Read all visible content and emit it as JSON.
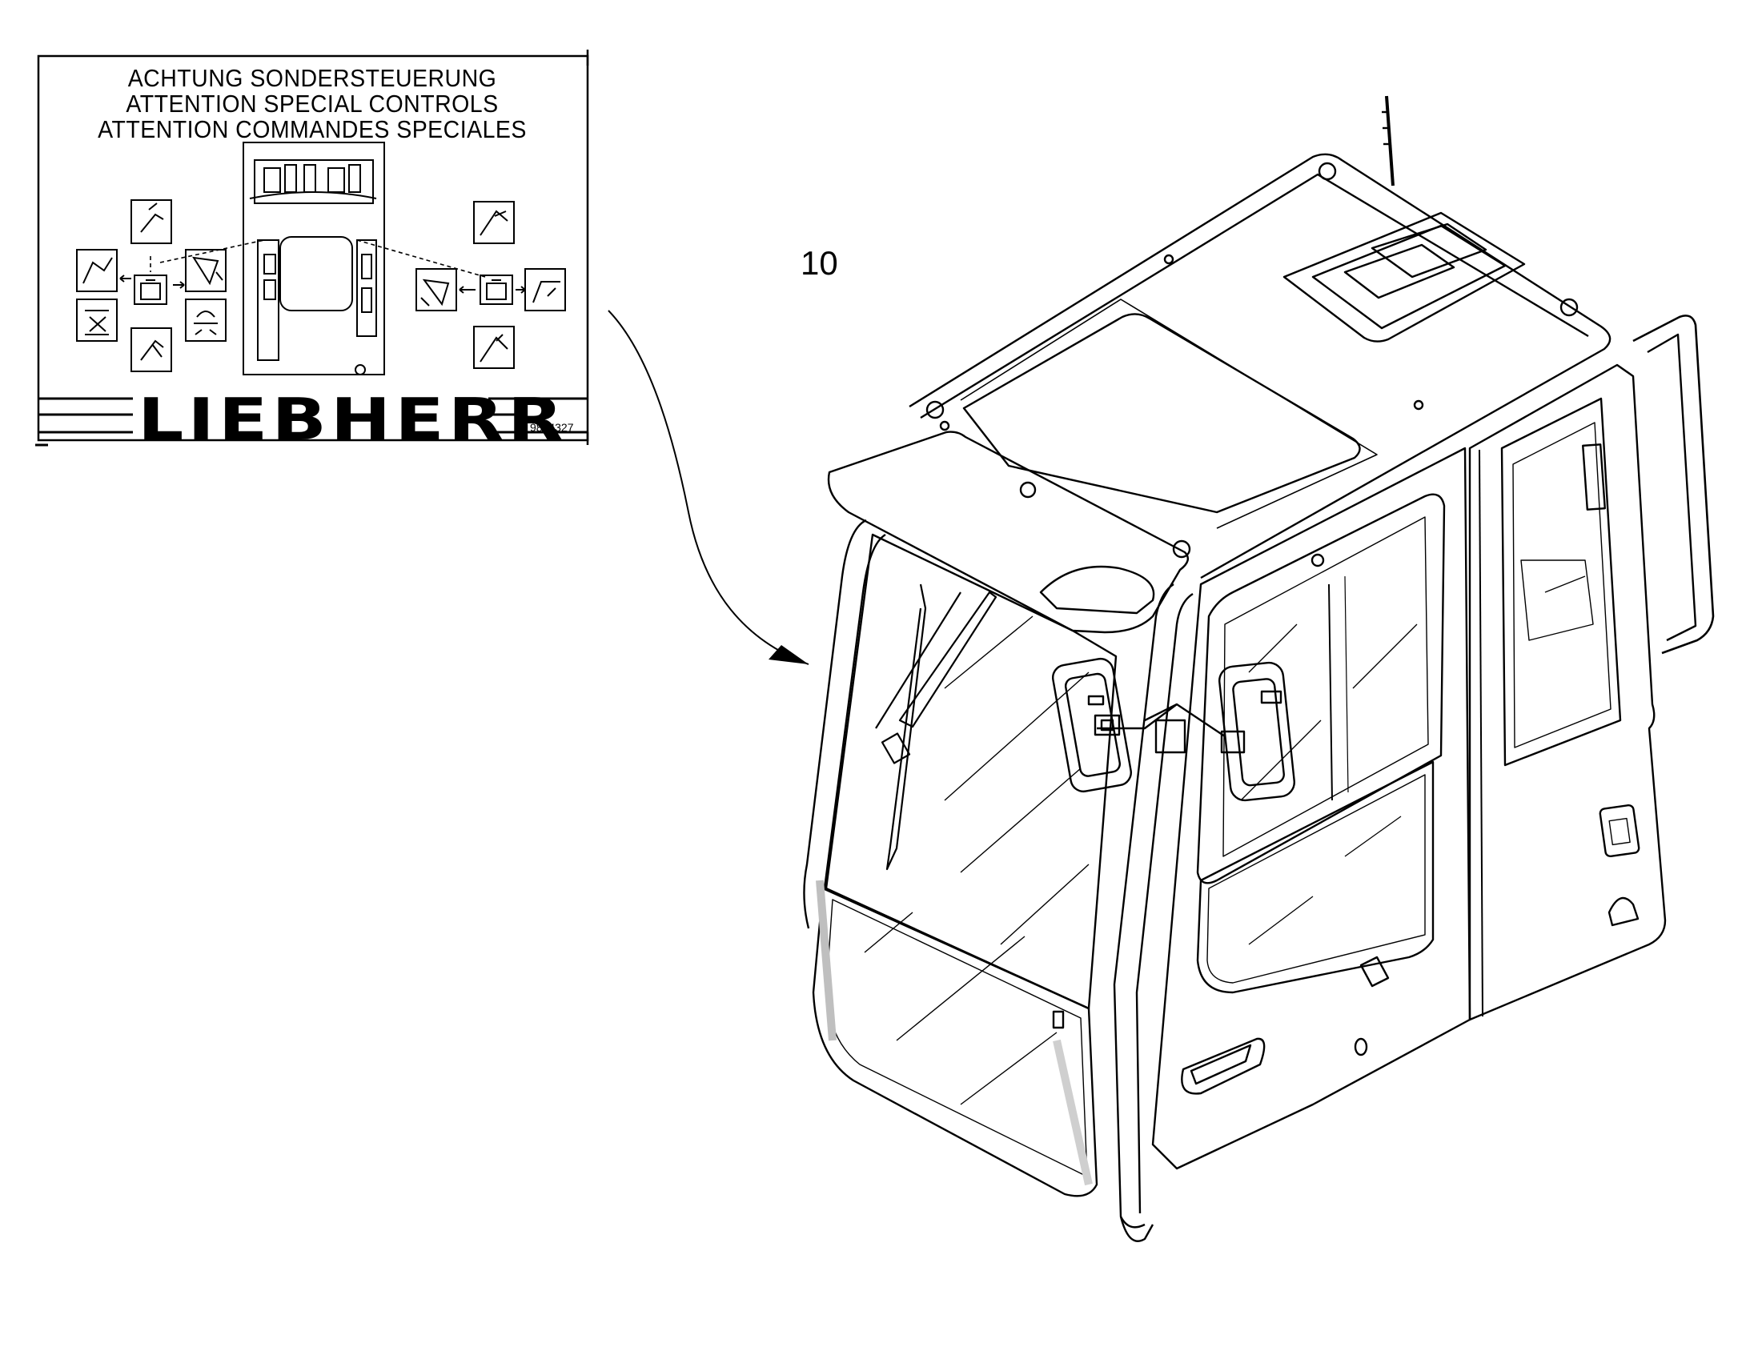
{
  "decal": {
    "line1": "ACHTUNG  SONDERSTEUERUNG",
    "line2": "ATTENTION  SPECIAL  CONTROLS",
    "line3": "ATTENTION  COMMANDES  SPECIALES",
    "brand": "LIEBHERR",
    "part_number": "9804327"
  },
  "callout": {
    "number": "10"
  },
  "colors": {
    "line": "#000000",
    "background": "#ffffff",
    "glass_shade": "#d9d9d9"
  }
}
